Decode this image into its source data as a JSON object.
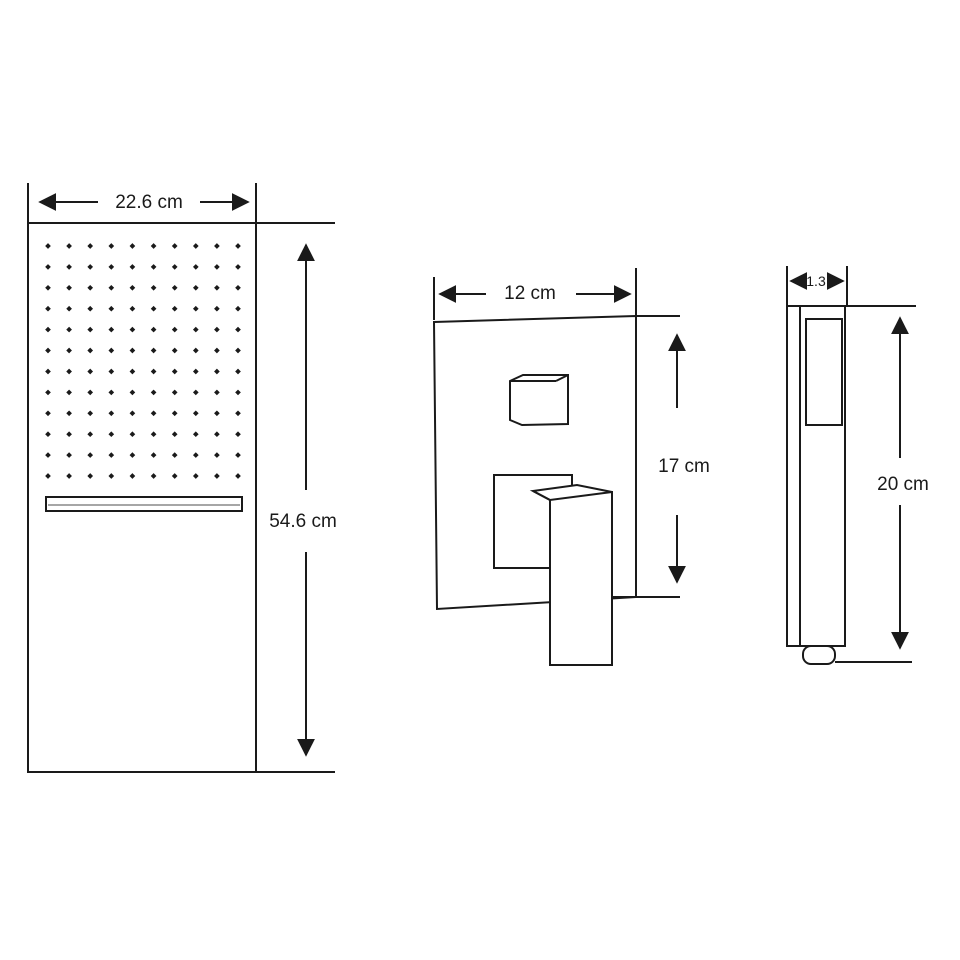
{
  "diagram": {
    "shower_panel": {
      "width_label": "22.6 cm",
      "height_label": "54.6 cm",
      "nozzle_grid": {
        "rows": 12,
        "cols": 10
      }
    },
    "mixer_valve": {
      "width_label": "12 cm",
      "height_label": "17 cm"
    },
    "hand_shower": {
      "width_label": "1.3",
      "height_label": "20 cm"
    }
  },
  "colors": {
    "line": "#1a1a1a",
    "background": "#ffffff"
  }
}
